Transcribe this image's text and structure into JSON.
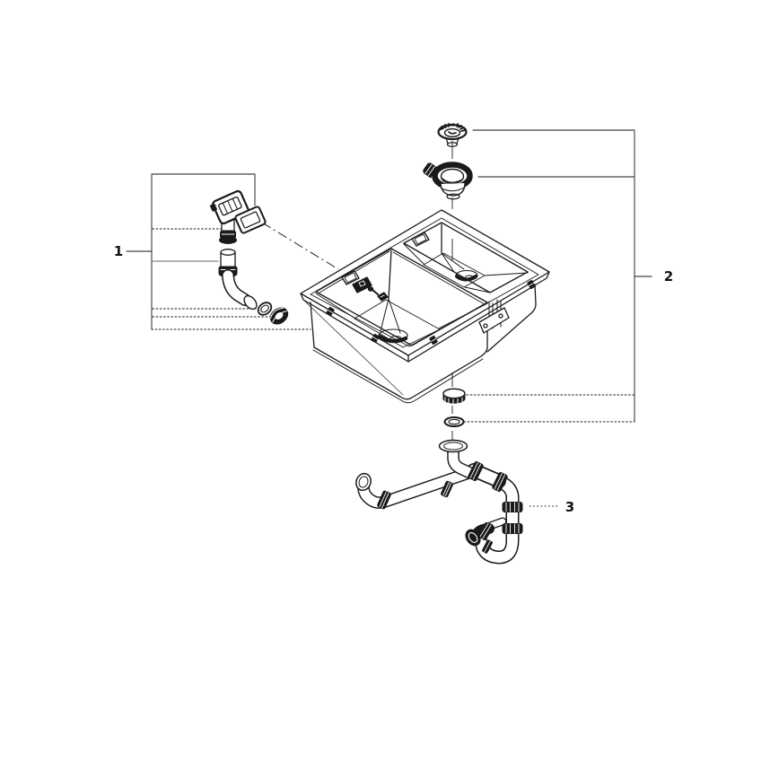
{
  "diagram": {
    "type": "exploded-parts-diagram",
    "background": "#ffffff",
    "line_color": "#1a1a1a",
    "leader_color": "#444444",
    "callouts": [
      {
        "label": "1",
        "part": "overflow-assembly"
      },
      {
        "label": "2",
        "part": "strainer-waste-assembly"
      },
      {
        "label": "3",
        "part": "drain-trap-pipework"
      }
    ]
  }
}
